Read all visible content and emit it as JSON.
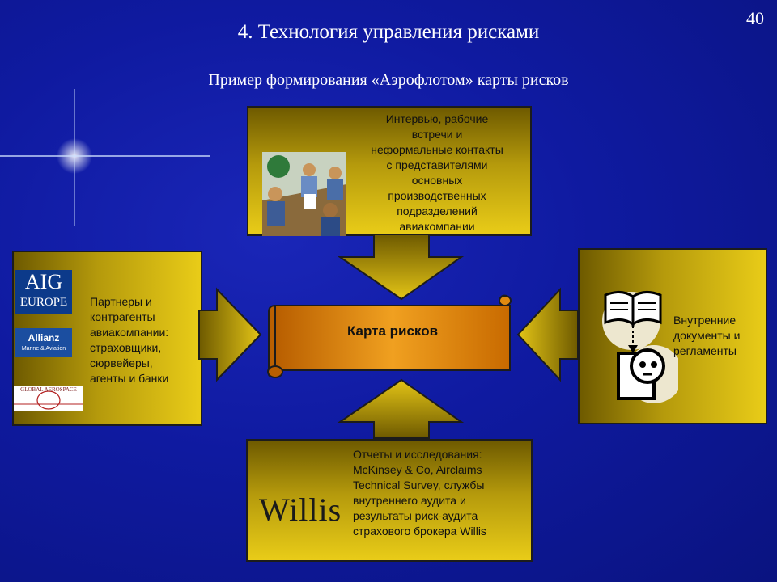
{
  "slide": {
    "page_number": "40",
    "title": "4. Технология управления рисками",
    "subtitle": "Пример формирования «Аэрофлотом» карты рисков"
  },
  "center": {
    "label": "Карта рисков"
  },
  "top_box": {
    "lines": [
      "Интервью, рабочие",
      "встречи и",
      "неформальные контакты",
      "с представителями",
      "основных",
      "производственных",
      "подразделений",
      "авиакомпании"
    ]
  },
  "left_box": {
    "lines": [
      "Партнеры и",
      "контрагенты",
      "авиакомпании:",
      "страховщики,",
      "сюрвейеры,",
      "агенты и банки"
    ]
  },
  "right_box": {
    "lines": [
      "Внутренние",
      "документы и",
      "регламенты"
    ]
  },
  "bottom_box": {
    "lines": [
      "Отчеты и исследования:",
      "McKinsey & Co, Airclaims",
      "Technical Survey, службы",
      "внутреннего аудита и",
      "результаты риск-аудита",
      "страхового брокера Willis"
    ]
  },
  "logos": {
    "aig": "AIG",
    "europe": "EUROPE",
    "allianz": "Allianz",
    "allianz_sub": "Marine & Aviation",
    "global_aerospace": "GLOBAL AEROSPACE",
    "willis": "Willis"
  },
  "colors": {
    "background": "#0f1aa0",
    "box_dark": "#6e5a00",
    "box_light": "#e9cc18",
    "scroll": "#e08a10"
  },
  "icons": [
    "meeting-illustration-icon",
    "open-book-icon",
    "person-reading-icon",
    "sparkle-icon"
  ]
}
